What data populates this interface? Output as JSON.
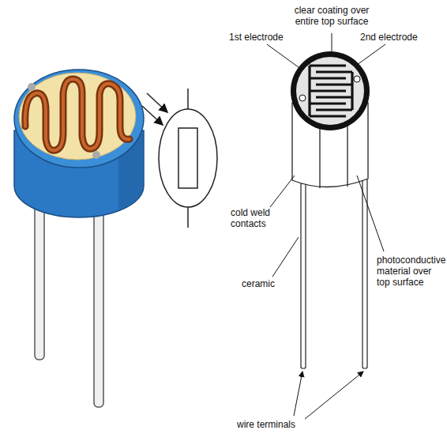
{
  "diagram": {
    "labels": [
      "clear coating over entire top surface",
      "1st electrode",
      "2nd electrode",
      "cold weld contacts",
      "ceramic",
      "photoconductive material over top surface",
      "wire terminals"
    ]
  }
}
